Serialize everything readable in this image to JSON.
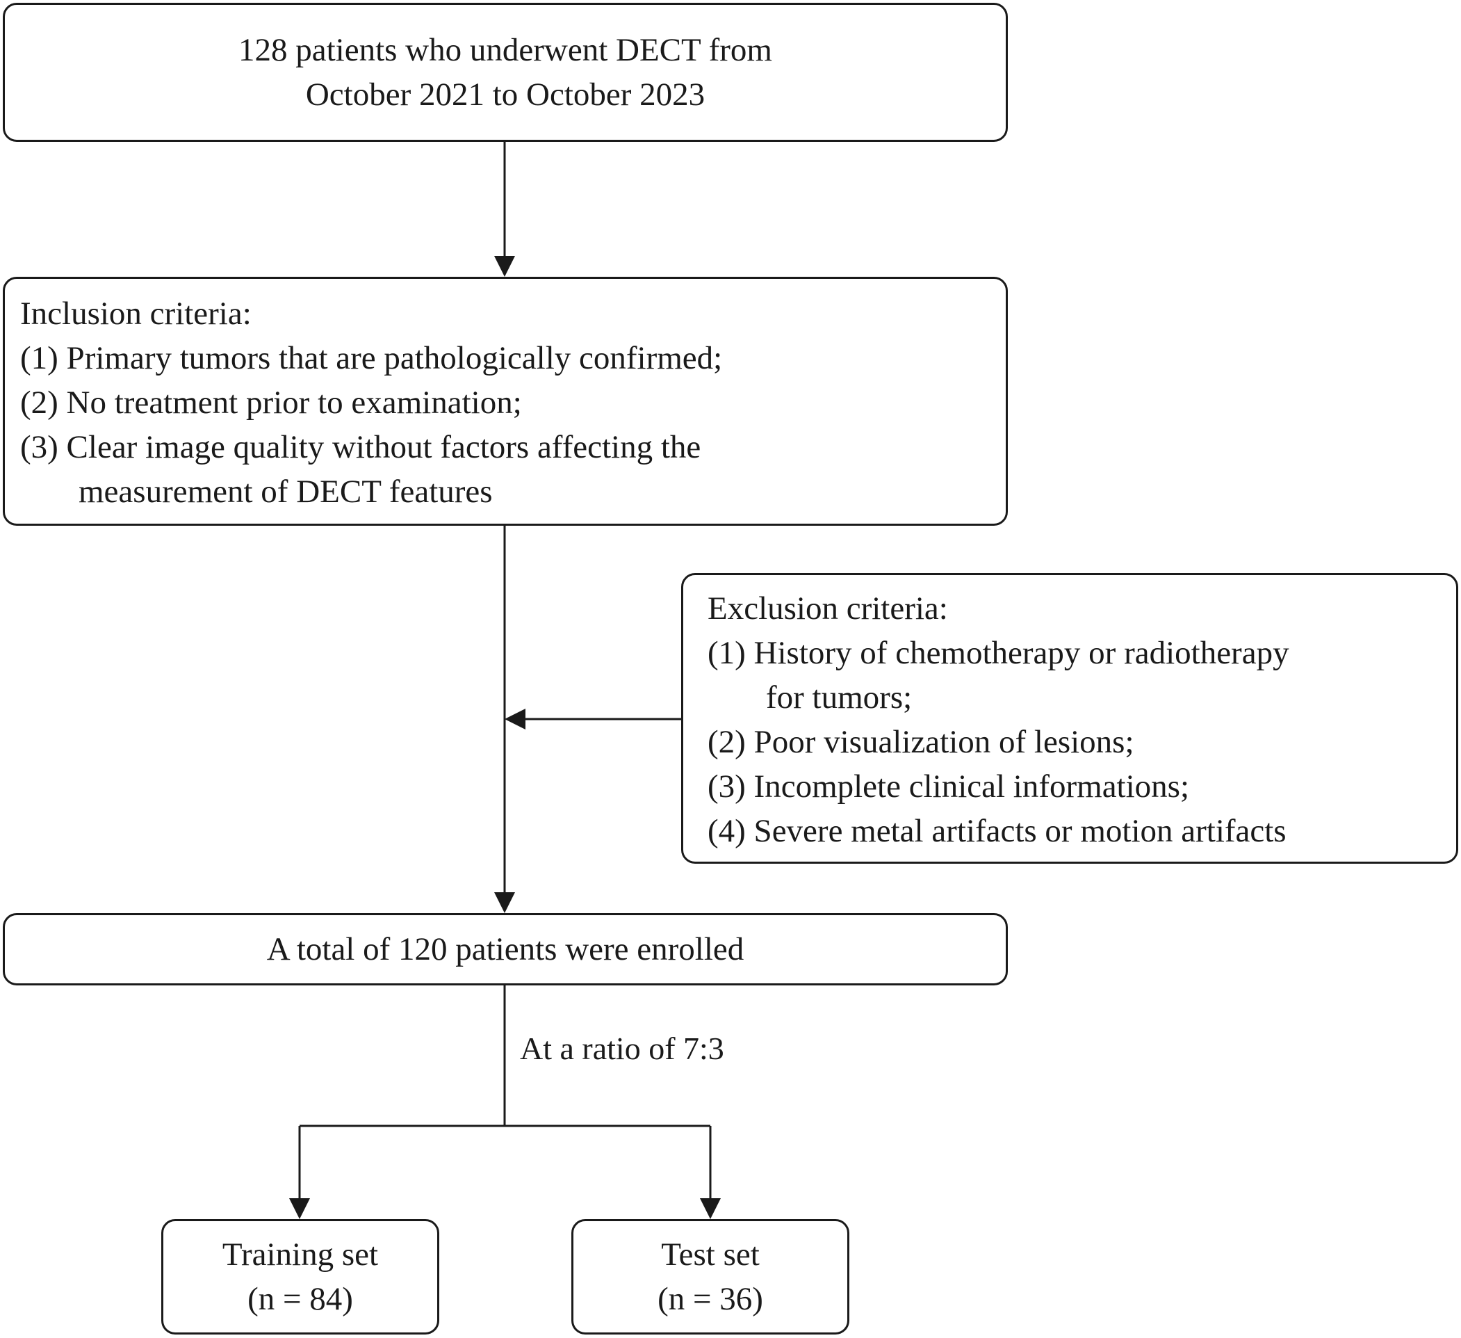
{
  "source": {
    "lines": [
      "128 patients who underwent DECT from",
      "October 2021 to October 2023"
    ]
  },
  "inclusion": {
    "heading": "Inclusion criteria:",
    "items": [
      "(1) Primary tumors that are pathologically confirmed;",
      "(2) No treatment prior to examination;",
      "(3) Clear image quality without factors affecting the"
    ],
    "continuation": "measurement of DECT features"
  },
  "exclusion": {
    "heading": "Exclusion criteria:",
    "item1": "(1) History of chemotherapy or radiotherapy",
    "item1_cont": "for tumors;",
    "items": [
      "(2) Poor visualization of lesions;",
      "(3) Incomplete clinical informations;",
      "(4) Severe metal artifacts or motion artifacts"
    ]
  },
  "enrolled": {
    "label": "A total of 120 patients were enrolled"
  },
  "split": {
    "label": "At a ratio of 7:3"
  },
  "training": {
    "title": "Training set",
    "count": "(n = 84)"
  },
  "test": {
    "title": "Test set",
    "count": "(n = 36)"
  },
  "colors": {
    "stroke": "#1a1a1a",
    "background": "#ffffff"
  }
}
